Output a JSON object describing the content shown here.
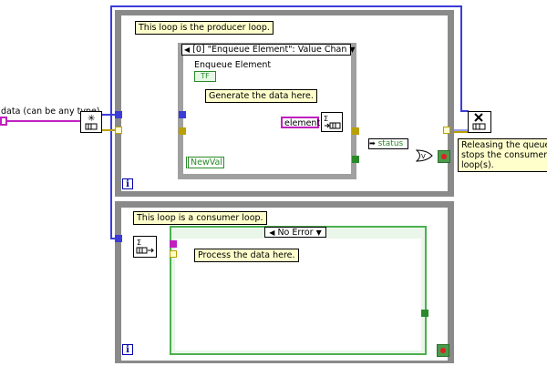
{
  "colors": {
    "loop_frame": "#8a8a8a",
    "case_frame": "#a0a0a0",
    "wire_queue": "#3b3bd8",
    "wire_variant": "#c020c0",
    "wire_error": "#b8a000",
    "wire_bool": "#2a8a2a",
    "comment_bg": "#ffffcc",
    "consumer_case_border": "#4caf50"
  },
  "producer": {
    "comment": "This loop is the producer loop.",
    "event_selector": "[0] \"Enqueue Element\": Value Chan",
    "event_control_label": "Enqueue Element",
    "bool_control_text": "TF",
    "generate_comment": "Generate the data here.",
    "element_label": "element",
    "newval_label": "NewVal",
    "status_label": "status",
    "iteration_symbol": "i"
  },
  "consumer": {
    "comment": "This loop is a consumer loop.",
    "case_selector": "No Error",
    "process_comment": "Process the data here.",
    "iteration_symbol": "i"
  },
  "left": {
    "data_label": "data (can be any type)"
  },
  "right": {
    "release_comment_line1": "Releasing the queue",
    "release_comment_line2": "stops the consumer",
    "release_comment_line3": "loop(s)."
  }
}
